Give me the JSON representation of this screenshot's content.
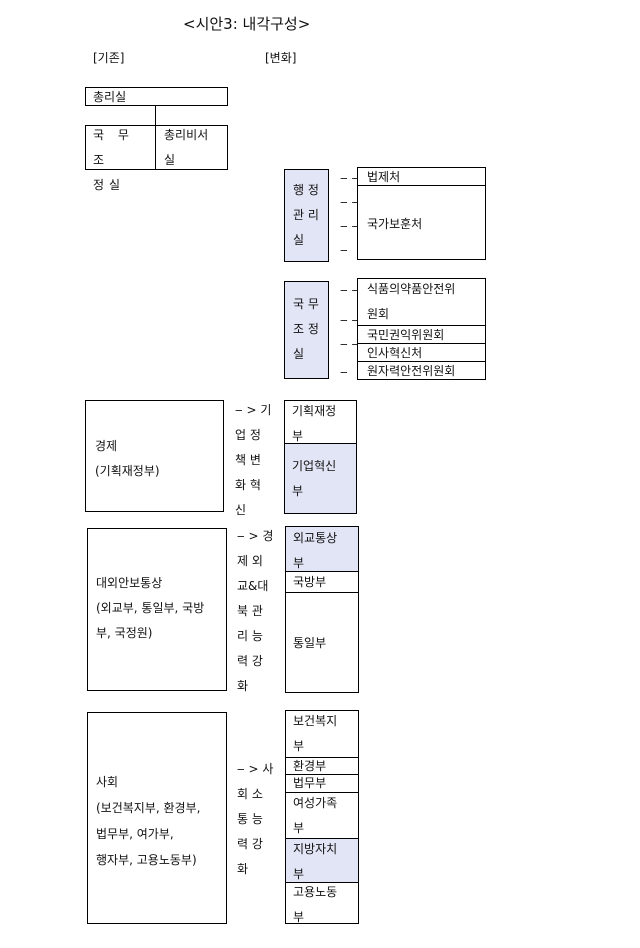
{
  "title": "<시안3: 내각구성>",
  "label_existing": "[기존]",
  "label_change": "[변화]",
  "pm_office": "총리실",
  "coord_office": "국 무 조\n정실",
  "pm_secretariat": "총리비서\n실",
  "admin_office": "행 정\n관 리\n실",
  "admin_items": [
    "법제처",
    "국가보훈처"
  ],
  "coord_office_new": "국 무\n조 정\n실",
  "coord_items": [
    "식품의약품안전위\n원회",
    "국민권익위원회",
    "인사혁신처",
    "원자력안전위원회"
  ],
  "dashes": {
    "admin": [
      "‒ ‒",
      "‒ ‒",
      "‒ ‒",
      "‒"
    ],
    "coord": [
      "‒ ‒",
      "‒ ‒",
      "‒ ‒",
      "‒"
    ]
  },
  "economy": {
    "left": "경제\n(기획재정부)",
    "arrow": "‒ > 기\n업  정\n책  변\n화  혁\n신",
    "right": [
      "기획재정\n부",
      "기업혁신\n부"
    ]
  },
  "foreign": {
    "left": "대외안보통상\n(외교부, 통일부, 국방\n부, 국정원)",
    "arrow": "‒ > 경\n제  외\n교&대\n북  관\n리  능\n력  강\n화",
    "right": [
      "외교통상\n부",
      "국방부",
      "통일부"
    ]
  },
  "social": {
    "left": "사회\n(보건복지부, 환경부,\n법무부, 여가부,\n행자부, 고용노동부)",
    "arrow": "‒ > 사\n회  소\n통  능\n력  강\n화",
    "right": [
      "보건복지\n부",
      "환경부",
      "법무부",
      "여성가족\n부",
      "지방자치\n부",
      "고용노동\n부"
    ]
  },
  "colors": {
    "highlight": "#e2e5f5",
    "line": "#000000"
  }
}
